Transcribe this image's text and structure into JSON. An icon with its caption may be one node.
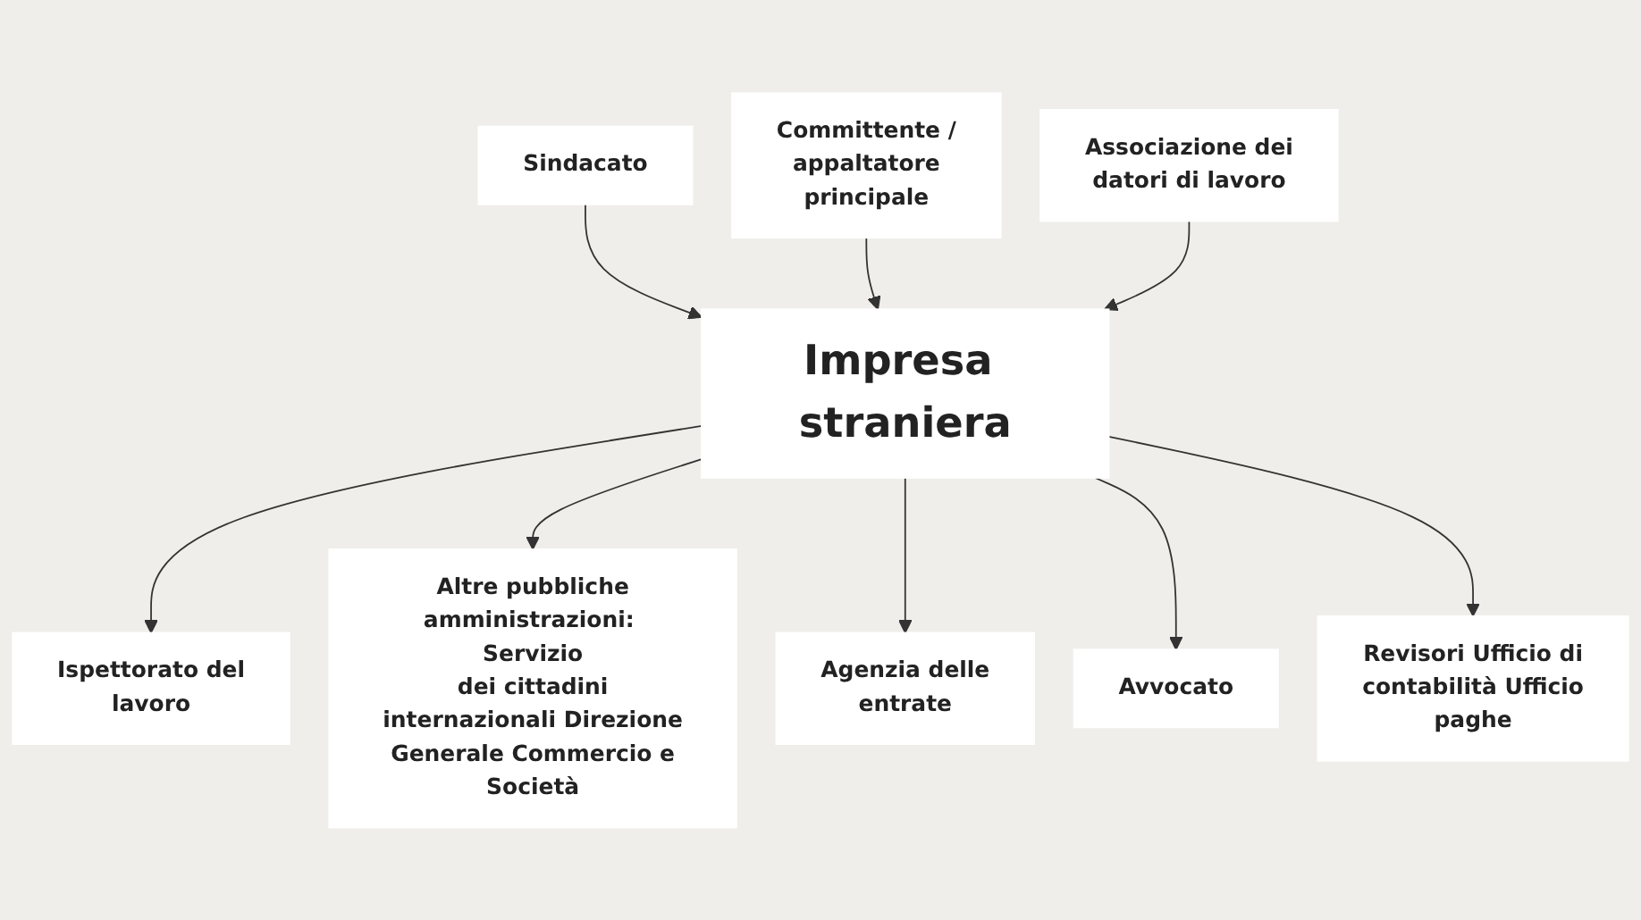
{
  "diagram": {
    "nodes": [
      {
        "text": [
          "Committente / appaltatore principale"
        ]
      },
      {
        "text": [
          "Sindacato"
        ]
      },
      {
        "text": [
          "Associazione dei datori di lavoro"
        ]
      },
      {
        "text": [
          "Impresa straniera"
        ]
      },
      {
        "text": [
          "Ispettorato del lavoro"
        ]
      },
      {
        "text": [
          "Altre pubbliche amministrazioni: Servizio dei cittadini internazionali Direzione Generale Commercio e Società"
        ]
      },
      {
        "text": [
          "Agenzia delle entrate"
        ]
      },
      {
        "text": [
          "Avvocato"
        ]
      },
      {
        "text": [
          "Revisori Ufficio di contabilità Ufficio paghe"
        ]
      }
    ],
    "edges": [
      {
        "from": 1,
        "to": 3,
        "arrow": "to"
      },
      {
        "from": 0,
        "to": 3,
        "arrow": "to"
      },
      {
        "from": 2,
        "to": 3,
        "arrow": "to"
      },
      {
        "from": 3,
        "to": 4,
        "arrow": "to"
      },
      {
        "from": 3,
        "to": 5,
        "arrow": "to"
      },
      {
        "from": 3,
        "to": 6,
        "arrow": "to"
      },
      {
        "from": 3,
        "to": 7,
        "arrow": "to"
      },
      {
        "from": 3,
        "to": 8,
        "arrow": "to"
      }
    ]
  }
}
